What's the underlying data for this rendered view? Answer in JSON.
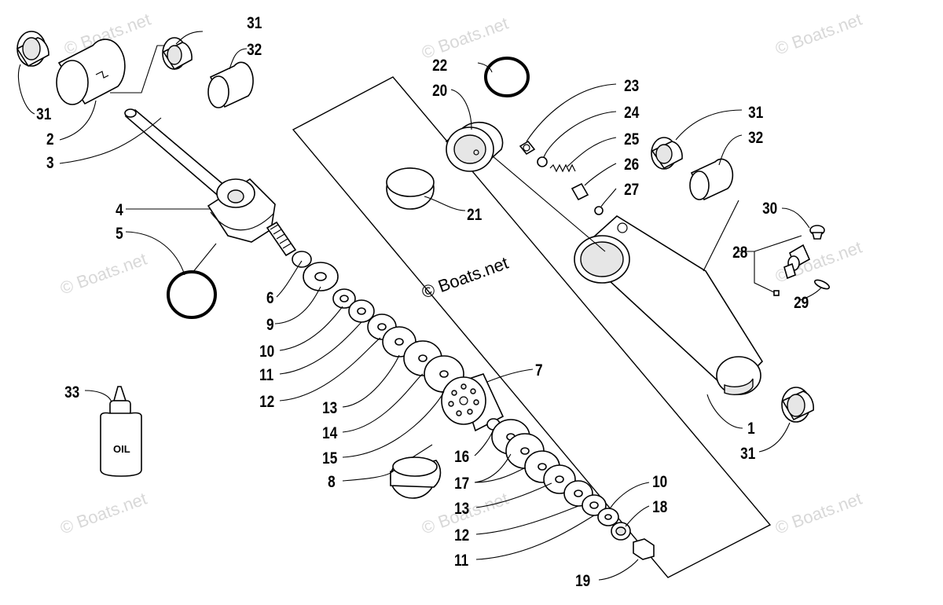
{
  "diagram": {
    "watermark": "© Boats.net",
    "oil_label": "OIL",
    "callouts": {
      "c31a": "31",
      "c32a": "32",
      "c31b": "31",
      "c2": "2",
      "c3": "3",
      "c22": "22",
      "c20": "20",
      "c21": "21",
      "c23": "23",
      "c24": "24",
      "c25": "25",
      "c26": "26",
      "c27": "27",
      "c31c": "31",
      "c32b": "32",
      "c30": "30",
      "c28": "28",
      "c29": "29",
      "c4": "4",
      "c5": "5",
      "c6": "6",
      "c9": "9",
      "c10a": "10",
      "c11a": "11",
      "c12a": "12",
      "c13a": "13",
      "c14": "14",
      "c15": "15",
      "c7": "7",
      "c16": "16",
      "c8": "8",
      "c17": "17",
      "c13b": "13",
      "c12b": "12",
      "c11b": "11",
      "c10b": "10",
      "c18": "18",
      "c19": "19",
      "c1": "1",
      "c31d": "31",
      "c33": "33"
    }
  }
}
